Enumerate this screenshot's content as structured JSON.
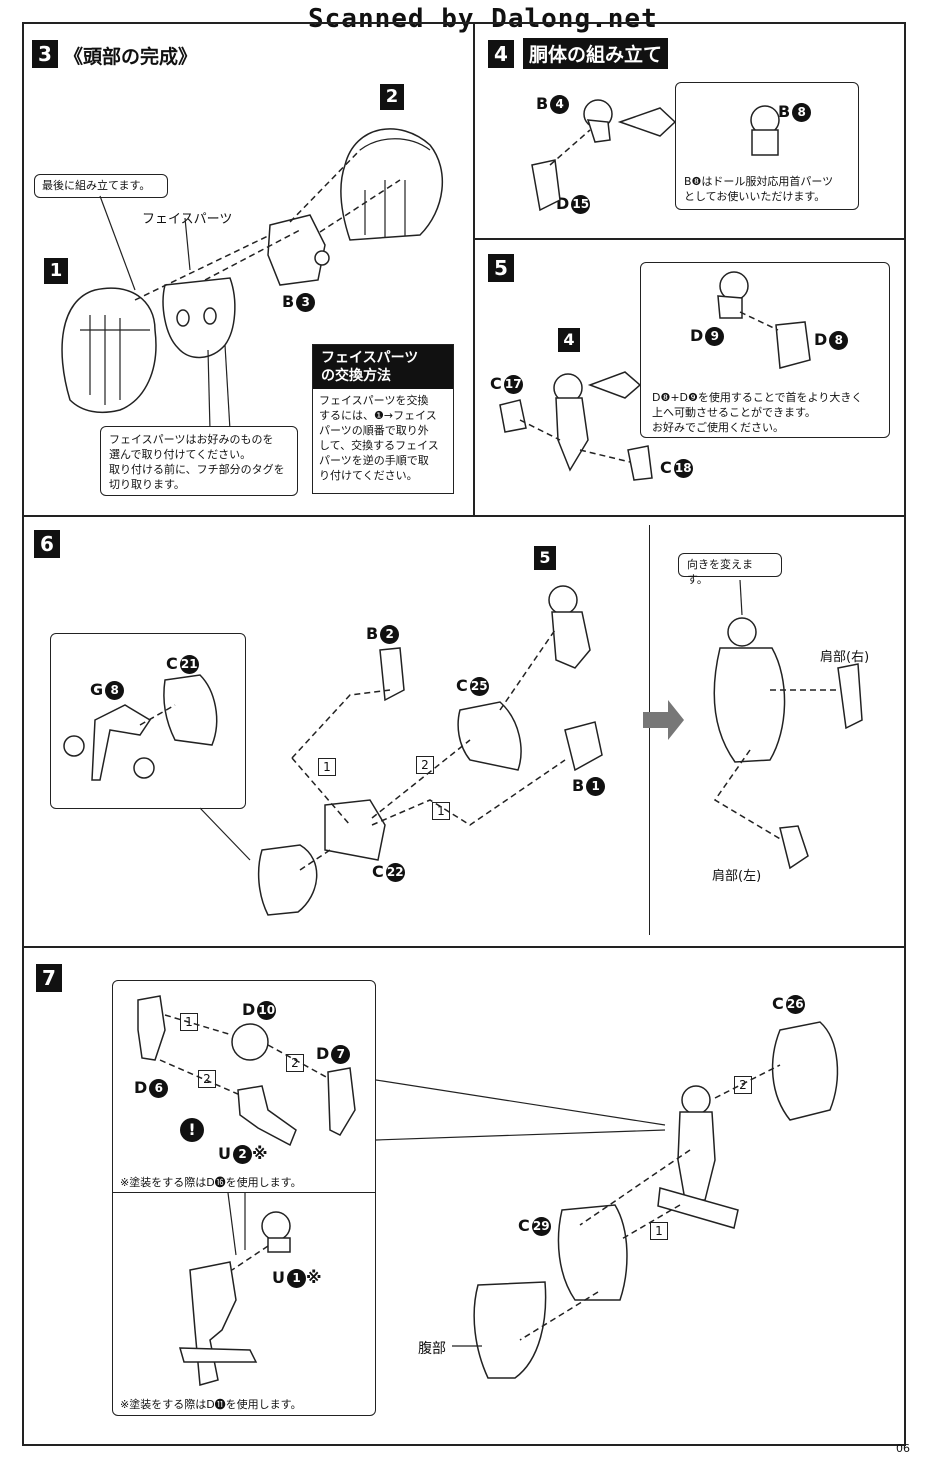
{
  "watermark": "Scanned by Dalong.net",
  "page_number": "06",
  "step3": {
    "number": "3",
    "title": "《頭部の完成》",
    "note_last": "最後に組み立てます。",
    "face_label": "フェイスパーツ",
    "face_note": [
      "フェイスパーツはお好みのものを",
      "選んで取り付けてください。",
      "取り付ける前に、フチ部分のタグを",
      "切り取ります。"
    ],
    "swap_title": [
      "フェイスパーツ",
      "の交換方法"
    ],
    "swap_body": [
      "フェイスパーツを交換",
      "するには、❶→フェイス",
      "パーツの順番で取り外",
      "して、交換するフェイス",
      "パーツを逆の手順で取",
      "り付けてください。"
    ],
    "callout1": "1",
    "callout2": "2",
    "part_b3": {
      "letter": "B",
      "num": "3"
    }
  },
  "step4": {
    "number": "4",
    "title": "胴体の組み立て",
    "part_b4": {
      "letter": "B",
      "num": "4"
    },
    "part_d15": {
      "letter": "D",
      "num": "15"
    },
    "part_b8": {
      "letter": "B",
      "num": "8"
    },
    "note": [
      "B❽はドール服対応用首パーツ",
      "としてお使いいただけます。"
    ]
  },
  "step5": {
    "number": "5",
    "callout4": "4",
    "part_c17": {
      "letter": "C",
      "num": "17"
    },
    "part_c18": {
      "letter": "C",
      "num": "18"
    },
    "part_d9": {
      "letter": "D",
      "num": "9"
    },
    "part_d8": {
      "letter": "D",
      "num": "8"
    },
    "note": [
      "D❽+D❾を使用することで首をより大きく",
      "上へ可動させることができます。",
      "お好みでご使用ください。"
    ]
  },
  "step6": {
    "number": "6",
    "callout5": "5",
    "part_b2": {
      "letter": "B",
      "num": "2"
    },
    "part_c25": {
      "letter": "C",
      "num": "25"
    },
    "part_b1": {
      "letter": "B",
      "num": "1"
    },
    "part_c22": {
      "letter": "C",
      "num": "22"
    },
    "part_c21": {
      "letter": "C",
      "num": "21"
    },
    "part_g8": {
      "letter": "G",
      "num": "8"
    },
    "order1": "1",
    "order2": "2",
    "note_turn": "向きを変えます。",
    "shoulder_right": "肩部(右)",
    "shoulder_left": "肩部(左)"
  },
  "step7": {
    "number": "7",
    "part_d10": {
      "letter": "D",
      "num": "10"
    },
    "part_d7": {
      "letter": "D",
      "num": "7"
    },
    "part_d6": {
      "letter": "D",
      "num": "6"
    },
    "part_u2": {
      "letter": "U",
      "num": "2",
      "mark": "※"
    },
    "part_u1": {
      "letter": "U",
      "num": "1",
      "mark": "※"
    },
    "part_c26": {
      "letter": "C",
      "num": "26"
    },
    "part_c29": {
      "letter": "C",
      "num": "29"
    },
    "note_paint1": "※塗装をする際はD⓰を使用します。",
    "note_paint2": "※塗装をする際はD⓫を使用します。",
    "abdomen": "腹部",
    "order1": "1",
    "order2": "2"
  }
}
